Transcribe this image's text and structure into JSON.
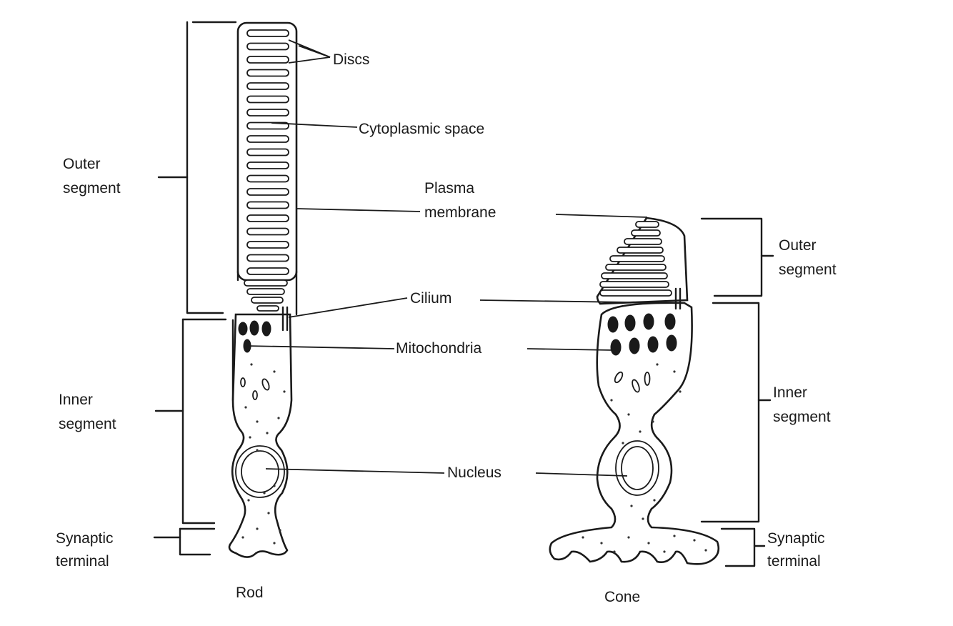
{
  "labels": {
    "discs": "Discs",
    "cytoplasmic_space": "Cytoplasmic space",
    "plasma_membrane_1": "Plasma",
    "plasma_membrane_2": "membrane",
    "cilium": "Cilium",
    "mitochondria": "Mitochondria",
    "nucleus": "Nucleus",
    "rod_outer_1": "Outer",
    "rod_outer_2": "segment",
    "rod_inner_1": "Inner",
    "rod_inner_2": "segment",
    "rod_synaptic_1": "Synaptic",
    "rod_synaptic_2": "terminal",
    "cone_outer_1": "Outer",
    "cone_outer_2": "segment",
    "cone_inner_1": "Inner",
    "cone_inner_2": "segment",
    "cone_synaptic_1": "Synaptic",
    "cone_synaptic_2": "terminal",
    "rod_caption": "Rod",
    "cone_caption": "Cone"
  }
}
